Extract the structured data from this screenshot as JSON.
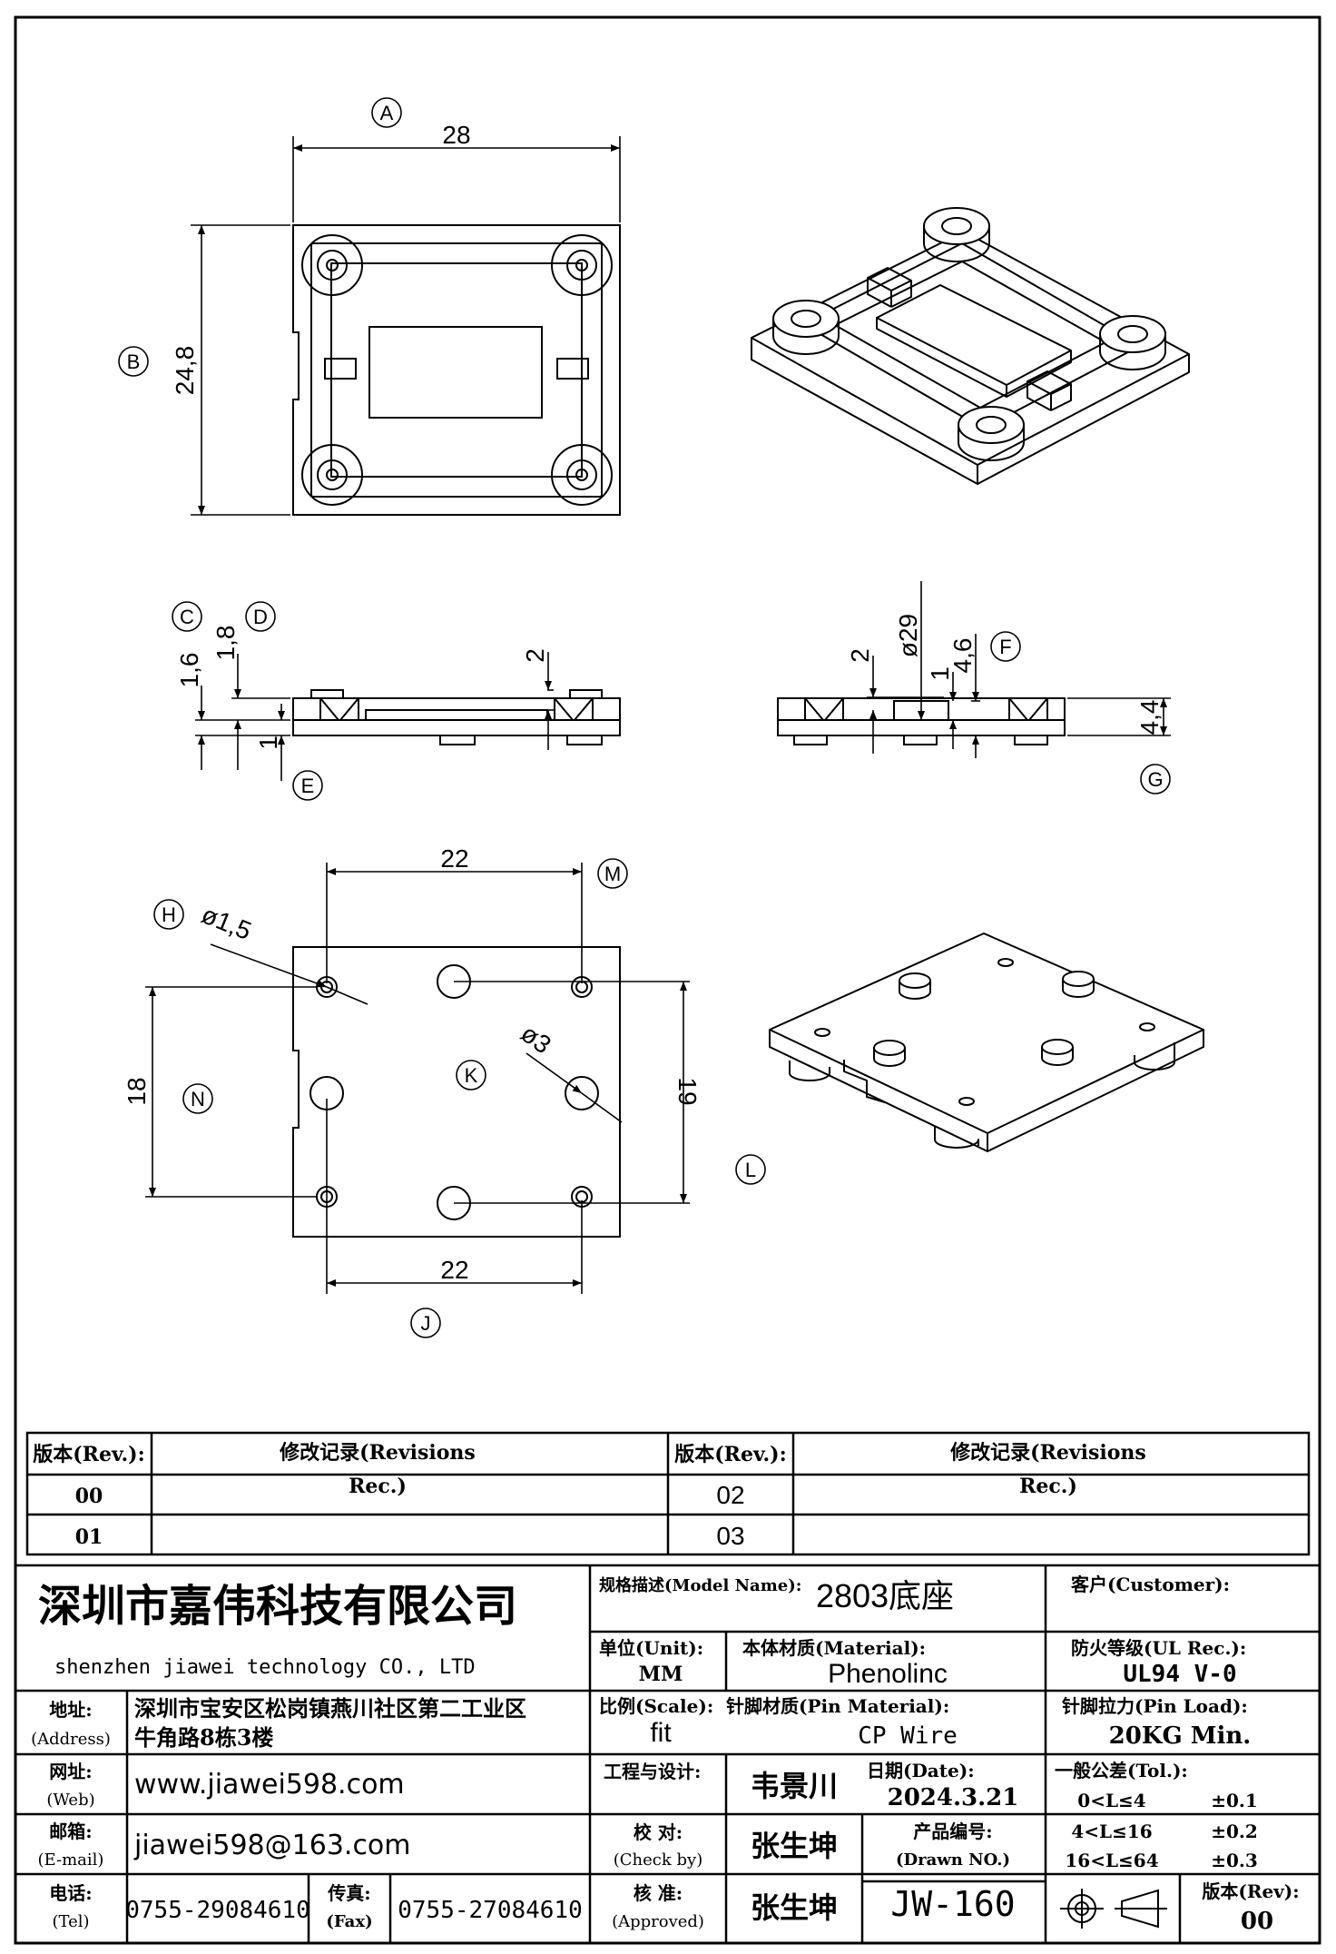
{
  "dims": {
    "a": "28",
    "b": "24,8",
    "c": "1,6",
    "d": "1,8",
    "e": "1",
    "f2": "2",
    "g2": "2",
    "phi29": "ø29",
    "one": "1",
    "f46": "4,6",
    "g44": "4,4",
    "m22": "22",
    "j22": "22",
    "h15": "ø1,5",
    "k3": "ø3",
    "n18": "18",
    "l19": "19"
  },
  "markers": {
    "A": "A",
    "B": "B",
    "C": "C",
    "D": "D",
    "E": "E",
    "F": "F",
    "G": "G",
    "H": "H",
    "J": "J",
    "K": "K",
    "L": "L",
    "M": "M",
    "N": "N"
  },
  "revisions": {
    "rev_header": "版本(Rev.):",
    "record_header_1": "修改记录(Revisions",
    "record_header_2": "Rec.)",
    "rows": [
      "00",
      "01",
      "02",
      "03"
    ]
  },
  "title_block": {
    "company_cn": "深圳市嘉伟科技有限公司",
    "company_en": "shenzhen  jiawei  technology  CO., LTD",
    "model_label": "规格描述(Model Name):",
    "model_value": "2803底座",
    "customer_label": "客户(Customer):",
    "customer_value": "",
    "unit_label": "单位(Unit):",
    "unit_value": "MM",
    "material_label": "本体材质(Material):",
    "material_value": "Phenolinc",
    "ul_label": "防火等级(UL Rec.):",
    "ul_value": "UL94 V-0",
    "address_label_1": "地址:",
    "address_label_2": "(Address)",
    "address_line1": "深圳市宝安区松岗镇燕川社区第二工业区",
    "address_line2": "牛角路8栋3楼",
    "scale_label": "比例(Scale):",
    "scale_value": "fit",
    "pin_material_label": "针脚材质(Pin Material):",
    "pin_material_value": "CP Wire",
    "pin_load_label": "针脚拉力(Pin Load):",
    "pin_load_value": "20KG Min.",
    "web_label_1": "网址:",
    "web_label_2": "(Web)",
    "web_value": "www.jiawei598.com",
    "design_label": "工程与设计:",
    "designer": "韦景川",
    "date_label": "日期(Date):",
    "date_value": "2024.3.21",
    "tol_label": "一般公差(Tol.):",
    "tol_rows": [
      "0<L≤4",
      "±0.1",
      "4<L≤16",
      "±0.2",
      "16<L≤64",
      "±0.3"
    ],
    "email_label_1": "邮箱:",
    "email_label_2": "(E-mail)",
    "email_value": "jiawei598@163.com",
    "check_label_1": "校  对:",
    "check_label_2": "(Check by)",
    "checker": "张生坤",
    "drawn_label_1": "产品编号:",
    "drawn_label_2": "(Drawn NO.)",
    "tel_label_1": "电话:",
    "tel_label_2": "(Tel)",
    "tel_value": "0755-29084610",
    "fax_label_1": "传真:",
    "fax_label_2": "(Fax)",
    "fax_value": "0755-27084610",
    "approve_label_1": "核  准:",
    "approve_label_2": "(Approved)",
    "approver": "张生坤",
    "drawing_no": "JW-160",
    "rev_label": "版本(Rev):",
    "rev_value": "00"
  }
}
